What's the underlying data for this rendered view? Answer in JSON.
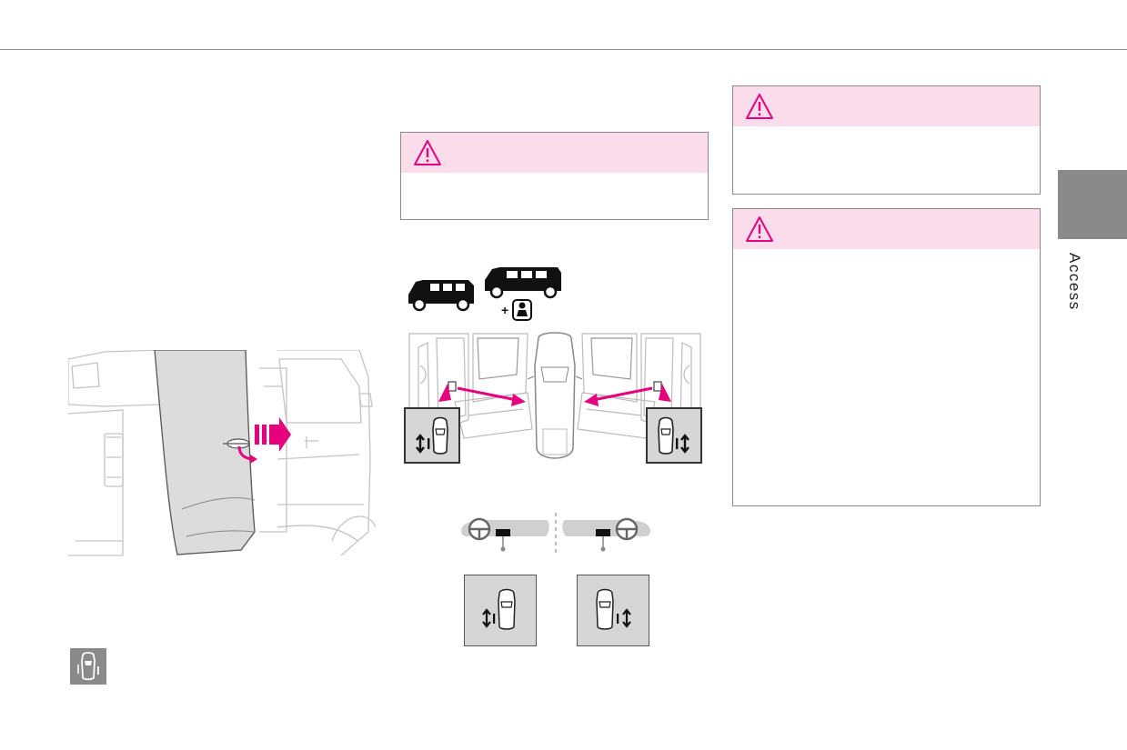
{
  "header": {
    "rule": true
  },
  "side_tab": {
    "label": "Access",
    "color": "#8a8a8a"
  },
  "warning_boxes": [
    {
      "icon": "warning-triangle-icon"
    },
    {
      "icon": "warning-triangle-icon"
    },
    {
      "icon": "warning-triangle-icon"
    }
  ],
  "colors": {
    "accent": "#e6007e",
    "warning_band": "#fadcea",
    "tab_grey": "#8a8a8a"
  },
  "illustrations": {
    "door_figure": "sliding-door-opening-illustration",
    "van_variants": "van-models-icons",
    "child_lock_plus": "+",
    "interior_views": "rear-door-child-lock-illustration",
    "dashboard_lhd_rhd": "dashboard-lhd-rhd-icons"
  },
  "bottom_icon": "child-lock-indicator-icon"
}
